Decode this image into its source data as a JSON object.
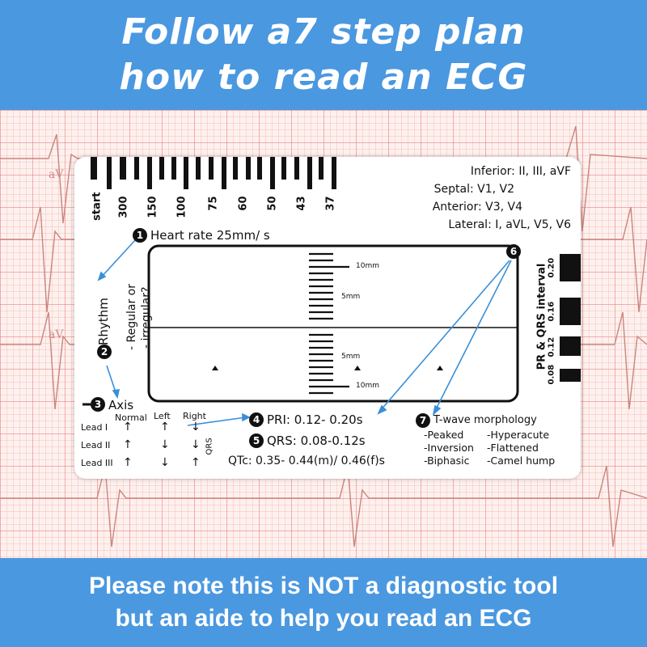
{
  "header": {
    "line1": "Follow a7 step plan",
    "line2": "how to read an ECG"
  },
  "footer": {
    "line1": "Please note this is NOT a diagnostic tool",
    "line2": "but an aide to help you read an ECG"
  },
  "background": {
    "lead_labels": [
      "aV",
      "aV"
    ]
  },
  "card": {
    "rate_scale": [
      "start",
      "300",
      "150",
      "100",
      "75",
      "60",
      "50",
      "43",
      "37"
    ],
    "leads": {
      "inferior": "Inferior: II, III, aVF",
      "septal": "Septal: V1, V2",
      "anterior": "Anterior: V3, V4",
      "lateral": "Lateral: I, aVL, V5, V6"
    },
    "step1": {
      "num": "1",
      "label": "Heart rate 25mm/ s"
    },
    "step2": {
      "num": "2",
      "label": "Rhythm",
      "sub1": "- Regular or",
      "sub2": "- irregular?"
    },
    "step3": {
      "num": "3",
      "label": "Axis",
      "headers": [
        "Normal",
        "Left",
        "Right"
      ],
      "qrs": "QRS",
      "rows": [
        {
          "lead": "Lead I",
          "normal": "↑",
          "left": "↑",
          "right": "↓"
        },
        {
          "lead": "Lead II",
          "normal": "↑",
          "left": "↓",
          "right": "↓"
        },
        {
          "lead": "Lead III",
          "normal": "↑",
          "left": "↓",
          "right": "↑"
        }
      ]
    },
    "step4": {
      "num": "4",
      "label": "PRI: 0.12- 0.20s"
    },
    "step5": {
      "num": "5",
      "label": "QRS: 0.08-0.12s"
    },
    "qtc": "QTc: 0.35- 0.44(m)/ 0.46(f)s",
    "step6": {
      "num": "6"
    },
    "step7": {
      "num": "7",
      "label": "T-wave morphology",
      "items": [
        "-Peaked",
        "-Hyperacute",
        "-Inversion",
        "-Flattened",
        "-Biphasic",
        "-Camel hump"
      ]
    },
    "ruler": {
      "mark_10_top": "10mm",
      "mark_5_top": "5mm",
      "mark_5_bottom": "5mm",
      "mark_10_bottom": "10mm"
    },
    "interval": {
      "title": "PR & QRS interval",
      "labels": [
        "0.20",
        "0.16",
        "0.12",
        "0.08"
      ]
    }
  },
  "colors": {
    "banner": "#4a98e0",
    "arrow": "#3a8fd8",
    "ink": "#111111"
  }
}
